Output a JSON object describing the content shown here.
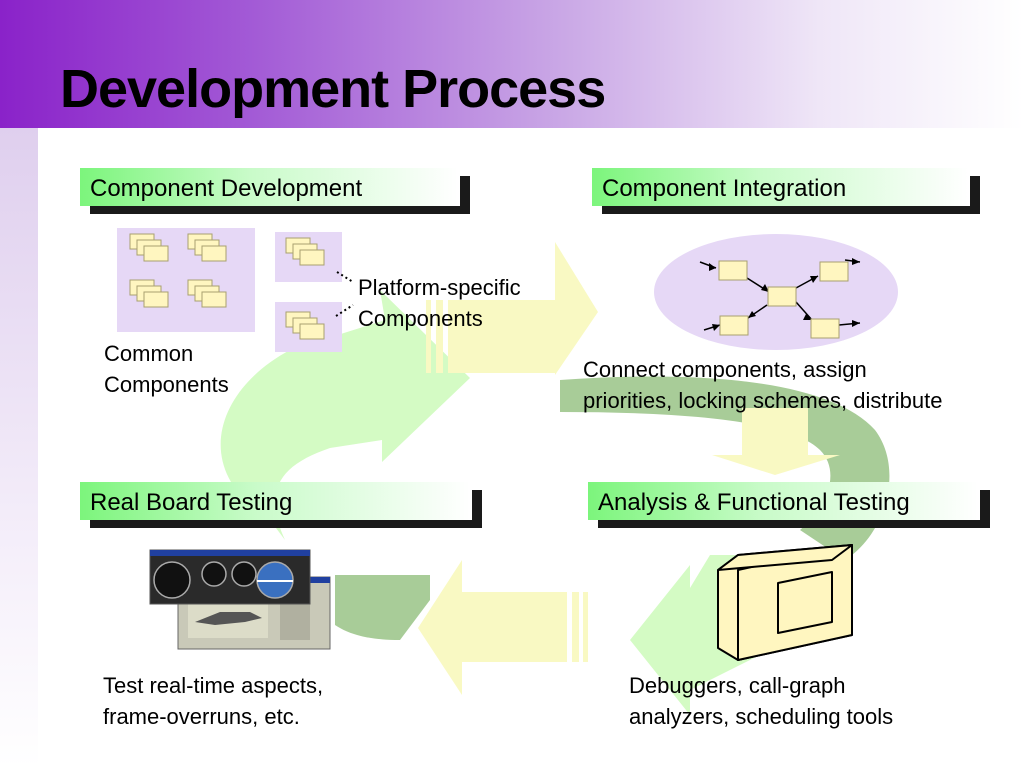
{
  "title": "Development Process",
  "steps": {
    "component_development": {
      "header": "Component Development",
      "common_line1": "Common",
      "common_line2": "Components",
      "platform_line1": "Platform-specific",
      "platform_line2": "Components"
    },
    "component_integration": {
      "header": "Component Integration",
      "caption_line1": "Connect components, assign",
      "caption_line2": "priorities, locking schemes, distribute"
    },
    "analysis_testing": {
      "header": "Analysis & Functional Testing",
      "caption_line1": "Debuggers, call-graph",
      "caption_line2": "analyzers, scheduling tools"
    },
    "real_board_testing": {
      "header": "Real Board Testing",
      "caption_line1": "Test real-time aspects,",
      "caption_line2": "frame-overruns, etc."
    }
  },
  "colors": {
    "title_band": "#8a22c9",
    "header_green": "#7cf57c",
    "cycle_light_green": "#d4fbc4",
    "cycle_dark_green": "#a8cc98",
    "arrow_yellow": "#f9f9c3",
    "component_box": "#fff6c0",
    "lavender": "#e6d8f6"
  },
  "icons": [
    "component-stack-icon",
    "node-graph-icon",
    "monitor-icon",
    "cockpit-screenshot-icon",
    "right-arrow-icon",
    "left-arrow-icon",
    "down-arrow-icon"
  ]
}
